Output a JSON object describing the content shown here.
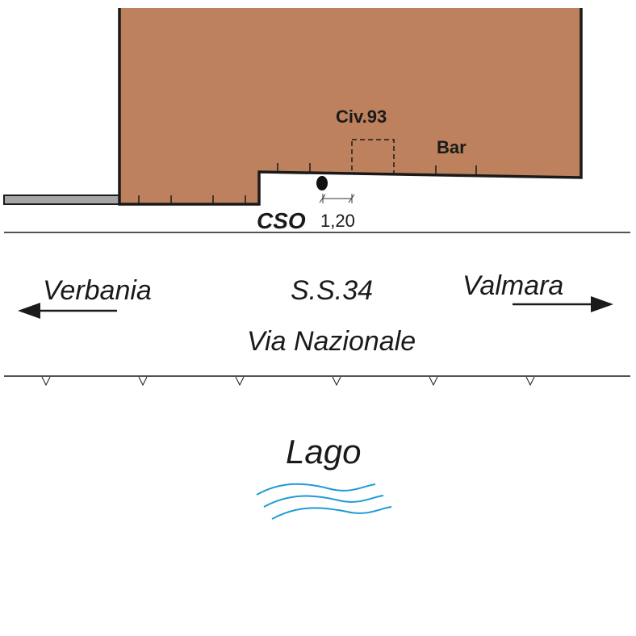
{
  "labels": {
    "civic_number": "Civ.93",
    "bar": "Bar",
    "cso": "CSO",
    "distance": "1,20",
    "left_direction": "Verbania",
    "right_direction": "Valmara",
    "road_code": "S.S.34",
    "road_name": "Via Nazionale",
    "lake": "Lago"
  },
  "colors": {
    "building": "#bd825d",
    "water": "#1e9ad6",
    "line": "#1a1a1a",
    "strip": "#a6a6a6"
  }
}
